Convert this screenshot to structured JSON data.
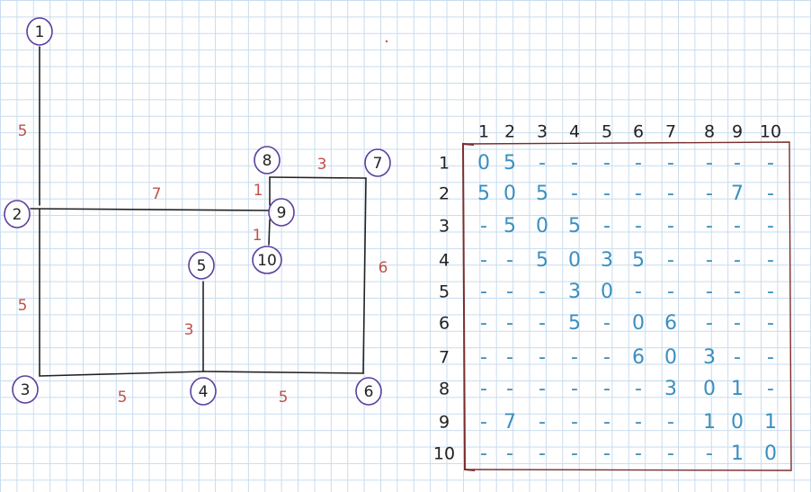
{
  "colors": {
    "edge": "#222222",
    "node_circle": "#5b3fa0",
    "weight": "#c0504d",
    "matrix_border": "#7a2e2e",
    "matrix_value": "#3a8fc0",
    "matrix_header": "#222222"
  },
  "graph": {
    "nodes": [
      {
        "id": "1",
        "label": "1"
      },
      {
        "id": "2",
        "label": "2"
      },
      {
        "id": "3",
        "label": "3"
      },
      {
        "id": "4",
        "label": "4"
      },
      {
        "id": "5",
        "label": "5"
      },
      {
        "id": "6",
        "label": "6"
      },
      {
        "id": "7",
        "label": "7"
      },
      {
        "id": "8",
        "label": "8"
      },
      {
        "id": "9",
        "label": "9"
      },
      {
        "id": "10",
        "label": "10"
      }
    ],
    "edges": [
      {
        "from": "1",
        "to": "2",
        "weight": "5"
      },
      {
        "from": "2",
        "to": "3",
        "weight": "5"
      },
      {
        "from": "3",
        "to": "4",
        "weight": "5"
      },
      {
        "from": "4",
        "to": "5",
        "weight": "3"
      },
      {
        "from": "4",
        "to": "6",
        "weight": "5"
      },
      {
        "from": "6",
        "to": "7",
        "weight": "6"
      },
      {
        "from": "7",
        "to": "8",
        "weight": "3"
      },
      {
        "from": "8",
        "to": "9",
        "weight": "1"
      },
      {
        "from": "9",
        "to": "10",
        "weight": "1"
      },
      {
        "from": "2",
        "to": "9",
        "weight": "7"
      }
    ]
  },
  "matrix": {
    "headers": [
      "1",
      "2",
      "3",
      "4",
      "5",
      "6",
      "7",
      "8",
      "9",
      "10"
    ],
    "rows": [
      [
        "0",
        "5",
        "-",
        "-",
        "-",
        "-",
        "-",
        "-",
        "-",
        "-"
      ],
      [
        "5",
        "0",
        "5",
        "-",
        "-",
        "-",
        "-",
        "-",
        "7",
        "-"
      ],
      [
        "-",
        "5",
        "0",
        "5",
        "-",
        "-",
        "-",
        "-",
        "-",
        "-"
      ],
      [
        "-",
        "-",
        "5",
        "0",
        "3",
        "5",
        "-",
        "-",
        "-",
        "-"
      ],
      [
        "-",
        "-",
        "-",
        "3",
        "0",
        "-",
        "-",
        "-",
        "-",
        "-"
      ],
      [
        "-",
        "-",
        "-",
        "5",
        "-",
        "0",
        "6",
        "-",
        "-",
        "-"
      ],
      [
        "-",
        "-",
        "-",
        "-",
        "-",
        "6",
        "0",
        "3",
        "-",
        "-"
      ],
      [
        "-",
        "-",
        "-",
        "-",
        "-",
        "-",
        "3",
        "0",
        "1",
        "-"
      ],
      [
        "-",
        "7",
        "-",
        "-",
        "-",
        "-",
        "-",
        "1",
        "0",
        "1"
      ],
      [
        "-",
        "-",
        "-",
        "-",
        "-",
        "-",
        "-",
        "-",
        "1",
        "0"
      ]
    ]
  }
}
